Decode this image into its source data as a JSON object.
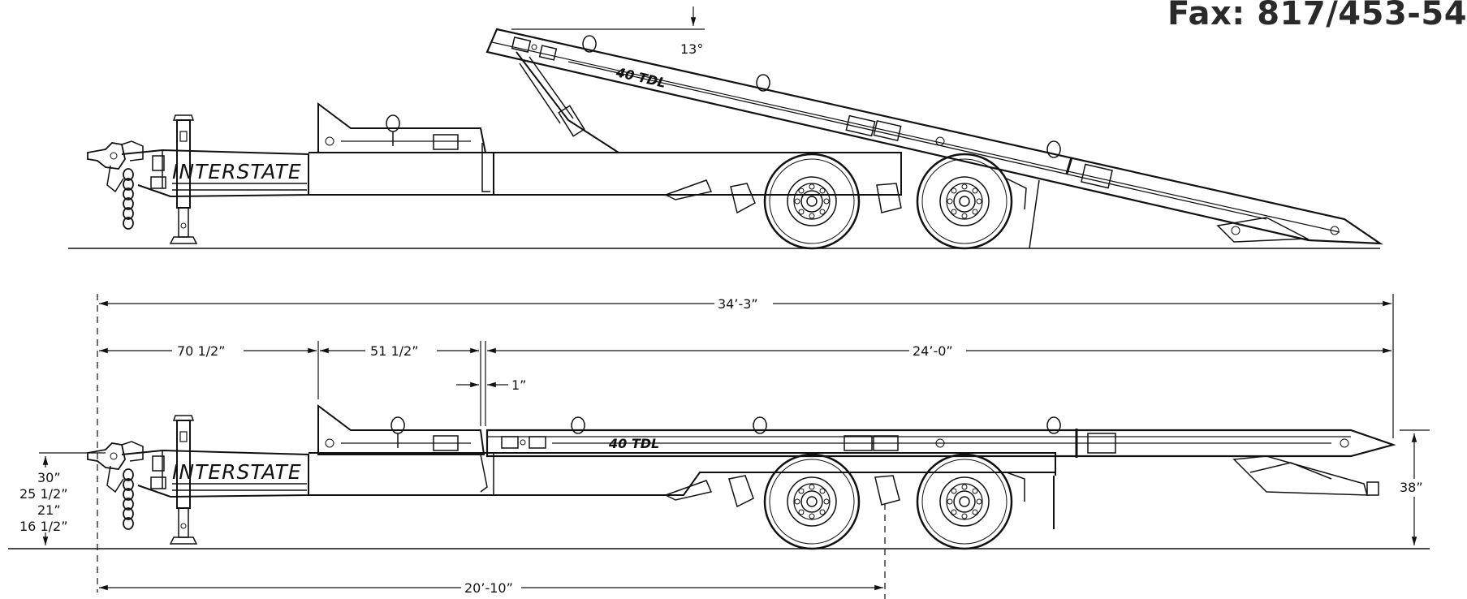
{
  "header": {
    "fax": "Fax: 817/453-54"
  },
  "trailer": {
    "brand": "INTERSTATE",
    "model": "40 TDL"
  },
  "dimensions": {
    "tilt_angle": "13°",
    "overall_length": "34’-3”",
    "neck_length": "70 1/2”",
    "stationary_deck": "51 1/2”",
    "gap": "1”",
    "tilt_deck": "24’-0”",
    "axle_position": "20’-10”",
    "deck_height": "38”",
    "hitch_heights": [
      "30”",
      "25 1/2”",
      "21”",
      "16 1/2”"
    ]
  },
  "colors": {
    "line": "#111111",
    "background": "#ffffff"
  }
}
